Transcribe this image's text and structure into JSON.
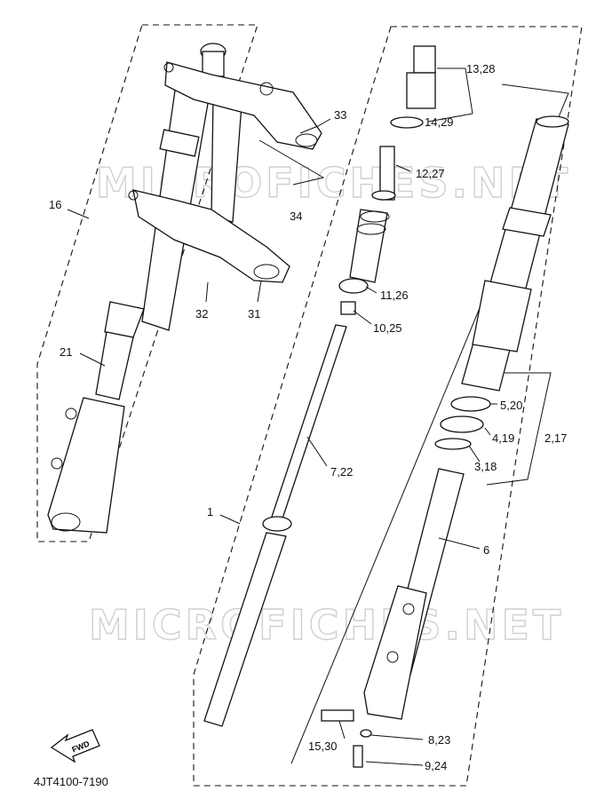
{
  "diagram": {
    "watermark": "MICROFICHES.NET",
    "drawing_code": "4JT4100-7190",
    "fwd_label": "FWD",
    "callouts": {
      "c16": "16",
      "c21": "21",
      "c33": "33",
      "c34": "34",
      "c32": "32",
      "c31": "31",
      "c1": "1",
      "c13_28": "13,28",
      "c14_29": "14,29",
      "c12_27": "12,27",
      "c11_26": "11,26",
      "c10_25": "10,25",
      "c7_22": "7,22",
      "c5_20": "5,20",
      "c4_19": "4,19",
      "c2_17": "2,17",
      "c3_18": "3,18",
      "c6": "6",
      "c15_30": "15,30",
      "c8_23": "8,23",
      "c9_24": "9,24"
    }
  }
}
